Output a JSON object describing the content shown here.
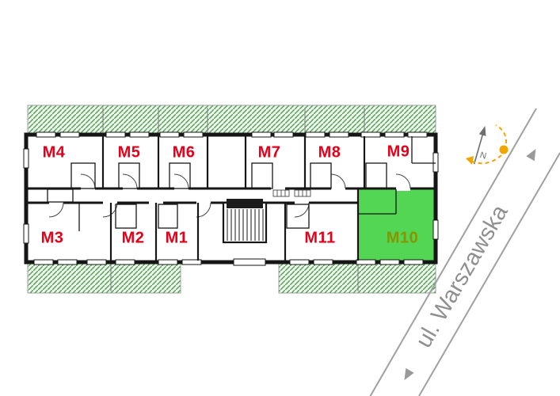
{
  "units": [
    {
      "label": "M4"
    },
    {
      "label": "M5"
    },
    {
      "label": "M6"
    },
    {
      "label": "M7"
    },
    {
      "label": "M8"
    },
    {
      "label": "M9"
    },
    {
      "label": "M3"
    },
    {
      "label": "M2"
    },
    {
      "label": "M1"
    },
    {
      "label": "M11"
    },
    {
      "label": "M10",
      "highlighted": true
    }
  ],
  "street": {
    "label": "ul. Warszawska"
  },
  "compass": {
    "north_label": "N"
  },
  "colors": {
    "unit_label": "#e2001a",
    "highlighted_label": "#879600",
    "highlight_fill": "#53d653",
    "garden_line": "#56a056",
    "garden_bg": "#eef7ee",
    "street_text": "#8f8f8f",
    "street_line": "#a0a0a0",
    "accent_yellow": "#f0a500",
    "wall": "#161616"
  }
}
